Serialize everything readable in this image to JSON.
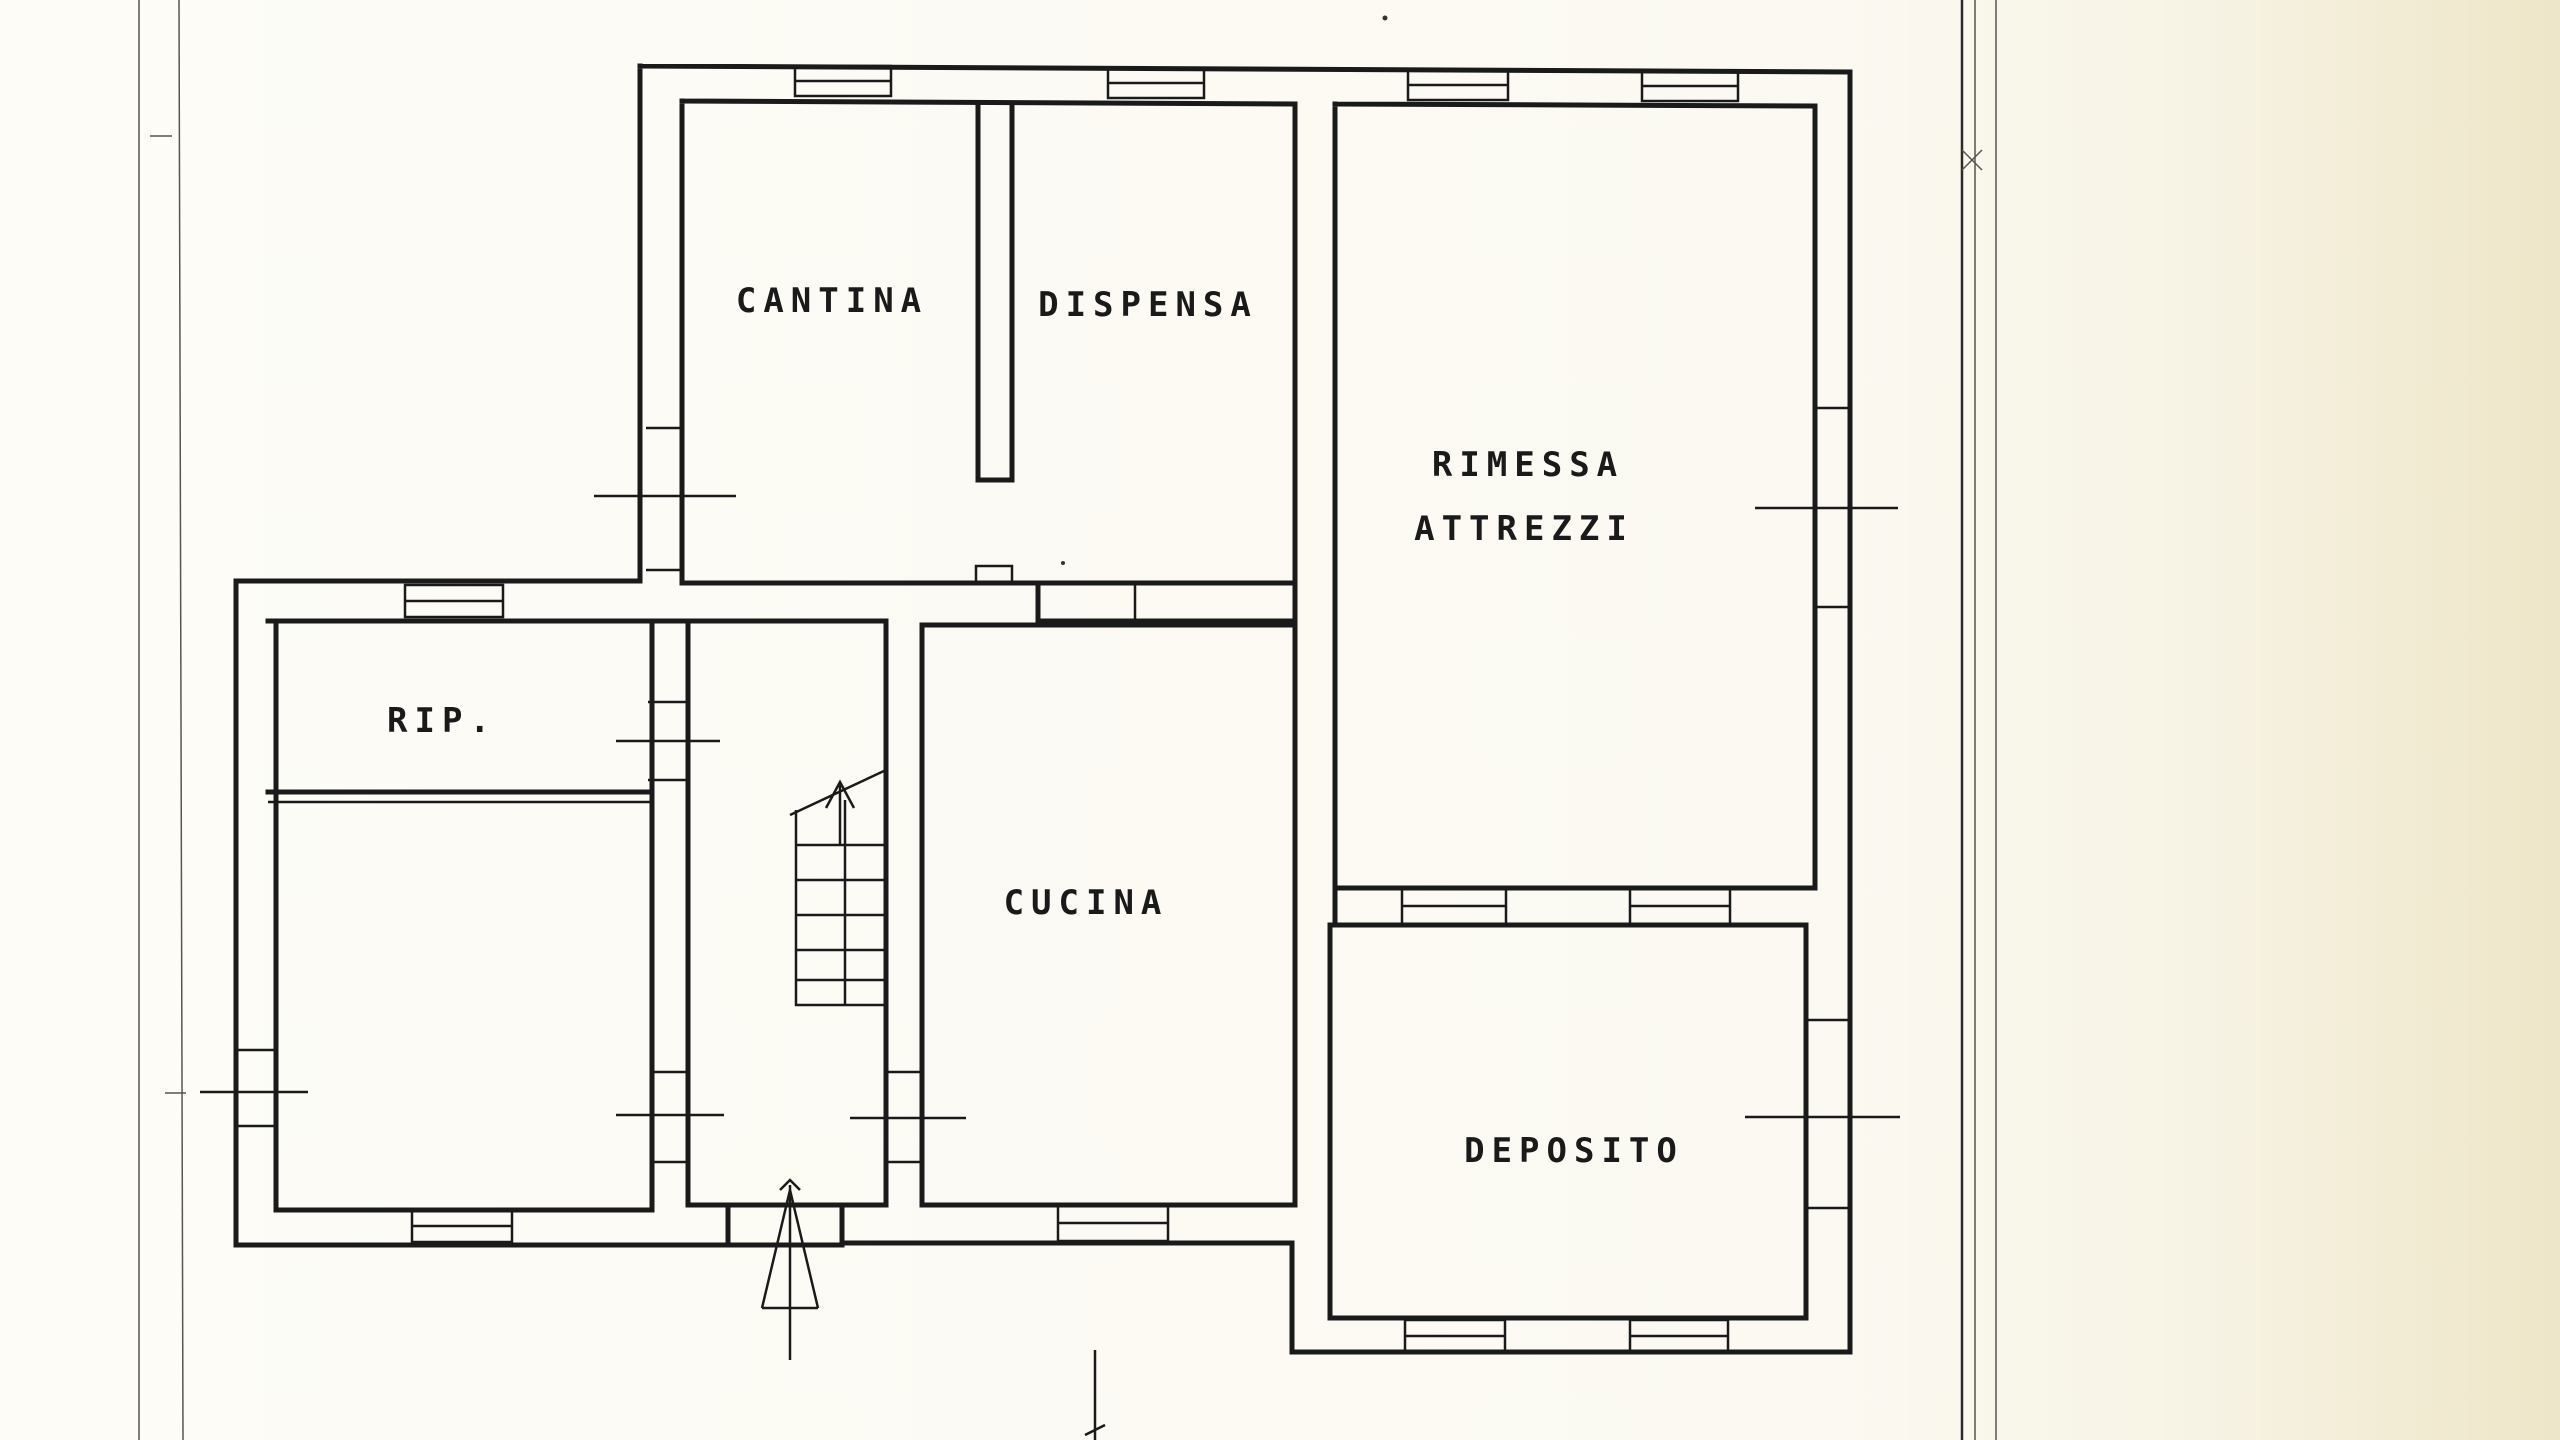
{
  "rooms": {
    "cantina": "CANTINA",
    "dispensa": "DISPENSA",
    "rimessa_1": "RIMESSA",
    "rimessa_2": "ATTREZZI",
    "rip": "RIP.",
    "cucina": "CUCINA",
    "deposito": "DEPOSITO"
  },
  "colors": {
    "ink": "#1a1a1a",
    "paper": "#fdfcf7",
    "background": "#efe9d4"
  }
}
